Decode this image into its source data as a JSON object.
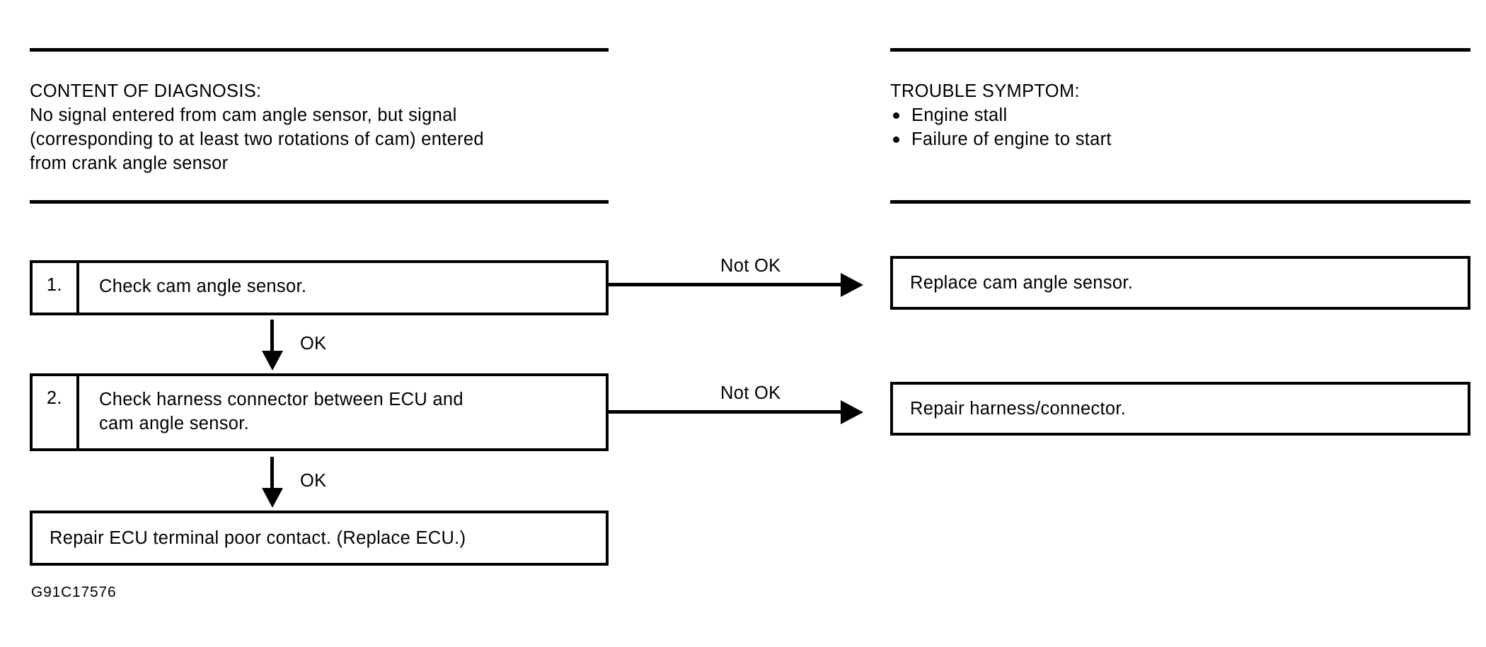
{
  "figure": {
    "code": "G91C17576"
  },
  "header": {
    "left": {
      "title": "CONTENT OF DIAGNOSIS:",
      "lines": [
        "No signal entered from cam angle sensor, but signal",
        "(corresponding to at least two rotations of cam) entered",
        "from crank angle sensor"
      ]
    },
    "right": {
      "title": "TROUBLE SYMPTOM:",
      "items": [
        "Engine stall",
        "Failure of engine to start"
      ]
    }
  },
  "flow": {
    "steps": [
      {
        "number": "1.",
        "lines": [
          "Check cam angle sensor."
        ],
        "branch_label": "Not OK",
        "branch_result": "Replace cam angle sensor.",
        "pass_label": "OK"
      },
      {
        "number": "2.",
        "lines": [
          "Check harness connector between ECU and",
          "cam angle sensor."
        ],
        "branch_label": "Not OK",
        "branch_result": "Repair harness/connector.",
        "pass_label": "OK"
      }
    ],
    "final": "Repair ECU terminal poor contact. (Replace ECU.)"
  }
}
